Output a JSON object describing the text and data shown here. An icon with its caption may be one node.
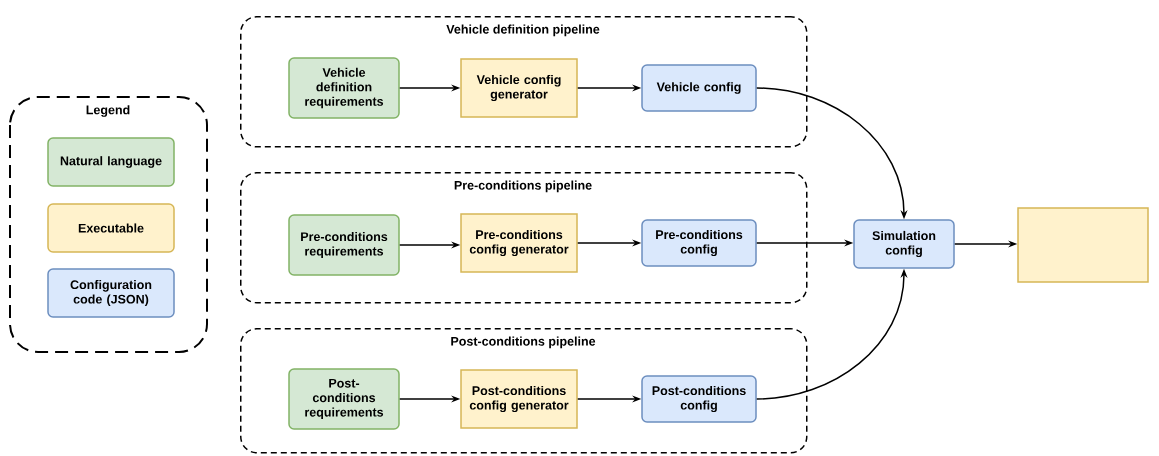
{
  "diagram": {
    "nodes": [
      {
        "text": [
          "Vehicle definition pipeline"
        ]
      },
      {
        "text": [
          "Vehicle definition requirements"
        ],
        "in": 0
      },
      {
        "text": [
          "Vehicle config generator"
        ],
        "in": 0
      },
      {
        "text": [
          "Vehicle config"
        ],
        "in": 0
      },
      {
        "text": [
          "Pre-conditions pipeline"
        ]
      },
      {
        "text": [
          "Pre-conditions requirements"
        ],
        "in": 4
      },
      {
        "text": [
          "Pre-conditions config generator"
        ],
        "in": 4
      },
      {
        "text": [
          "Pre-conditions config"
        ],
        "in": 4
      },
      {
        "text": [
          "Post-conditions pipeline"
        ]
      },
      {
        "text": [
          "Post-conditions requirements"
        ],
        "in": 8
      },
      {
        "text": [
          "Post-conditions config generator"
        ],
        "in": 8
      },
      {
        "text": [
          "Post-conditions config"
        ],
        "in": 8
      },
      {
        "text": [
          "Simulation config"
        ]
      },
      {
        "text": [],
        "shape": "box"
      }
    ],
    "edges": [
      {
        "from": 1,
        "to": 2,
        "arrow": "to"
      },
      {
        "from": 2,
        "to": 3,
        "arrow": "to"
      },
      {
        "from": 3,
        "to": 12,
        "arrow": "to"
      },
      {
        "from": 5,
        "to": 6,
        "arrow": "to"
      },
      {
        "from": 6,
        "to": 7,
        "arrow": "to"
      },
      {
        "from": 7,
        "to": 12,
        "arrow": "to"
      },
      {
        "from": 9,
        "to": 10,
        "arrow": "to"
      },
      {
        "from": 10,
        "to": 11,
        "arrow": "to"
      },
      {
        "from": 11,
        "to": 12,
        "arrow": "to"
      },
      {
        "from": 12,
        "to": 13,
        "arrow": "to"
      }
    ],
    "labels": [
      "Legend"
    ],
    "legend": [
      {
        "text": "Natural language",
        "color": "#d5e8d4"
      },
      {
        "text": "Executable",
        "color": "#fff2cc"
      },
      {
        "text": "Configuration code (JSON)",
        "color": "#dae8fc"
      }
    ]
  }
}
